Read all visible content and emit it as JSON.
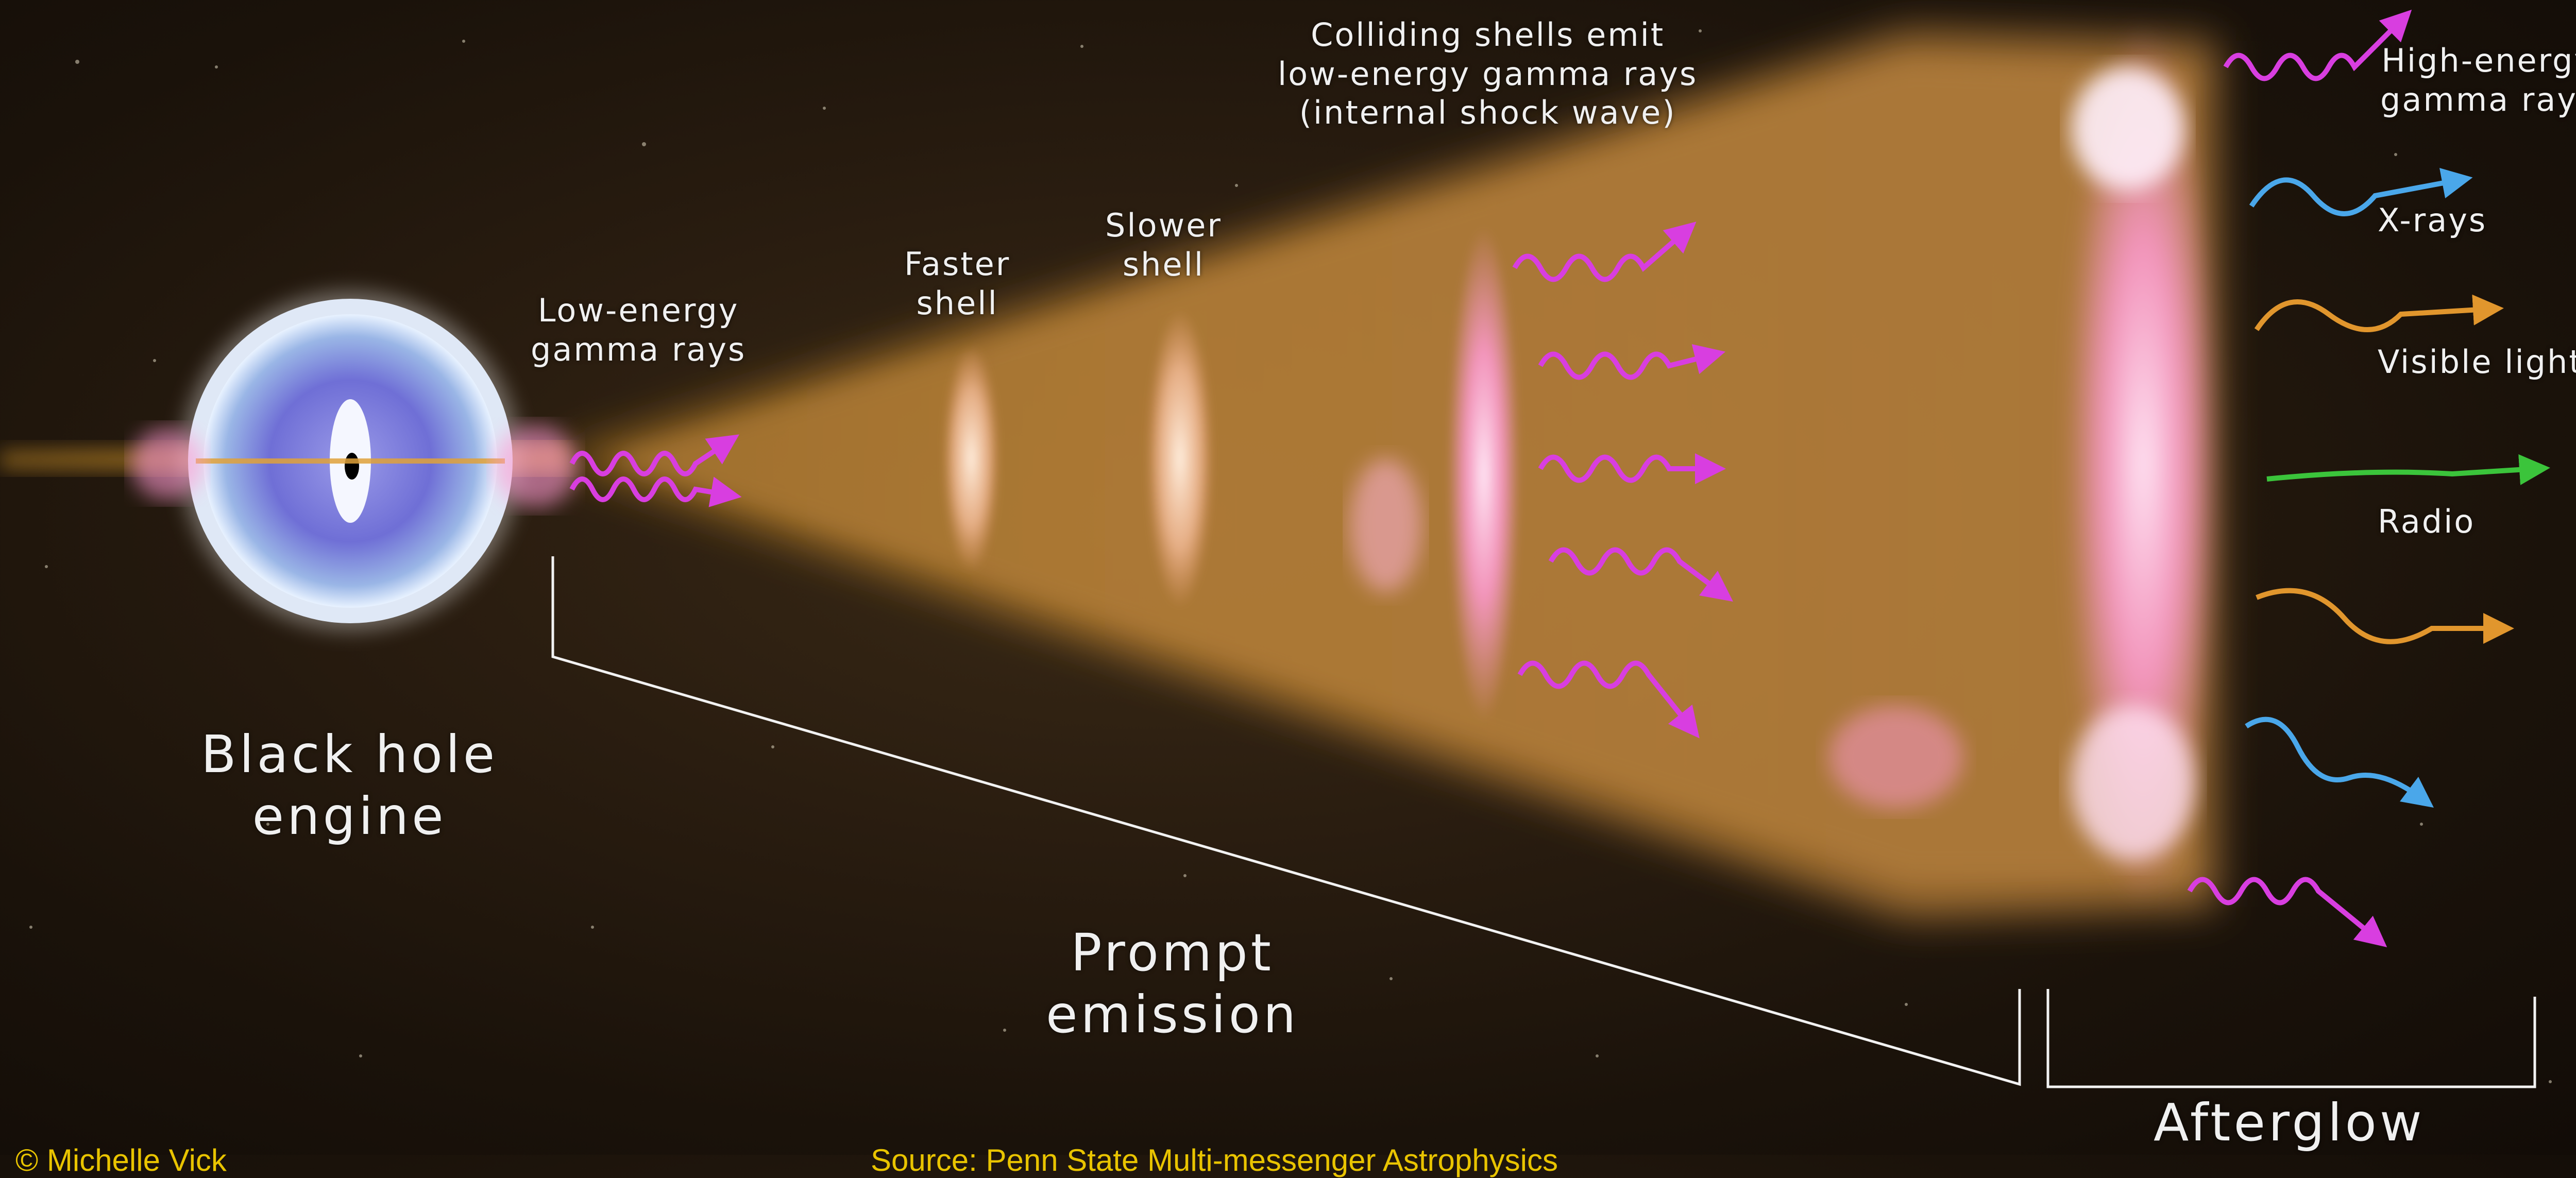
{
  "labels": {
    "colliding": [
      "Colliding shells emit",
      "low-energy gamma rays",
      "(internal shock wave)"
    ],
    "high_energy": [
      "High-energy",
      "gamma rays"
    ],
    "x_rays": "X-rays",
    "visible": "Visible light",
    "radio": "Radio",
    "faster": [
      "Faster",
      "shell"
    ],
    "slower": [
      "Slower",
      "shell"
    ],
    "low_energy": [
      "Low-energy",
      "gamma rays"
    ],
    "black_hole": [
      "Black hole",
      "engine"
    ],
    "prompt": [
      "Prompt",
      "emission"
    ],
    "afterglow": "Afterglow"
  },
  "footer": {
    "left": "© Michelle Vick",
    "center": "Source: Penn State Multi-messenger Astrophysics"
  },
  "colors": {
    "gamma": "#d83ee0",
    "xray": "#4aa7ea",
    "visible": "#e1962d",
    "radio": "#3bc43b",
    "jet": "#c98a2e",
    "shell": "#ffd2c8",
    "afterglow_pink": "#ff9ad2",
    "credit": "#e9c400"
  }
}
